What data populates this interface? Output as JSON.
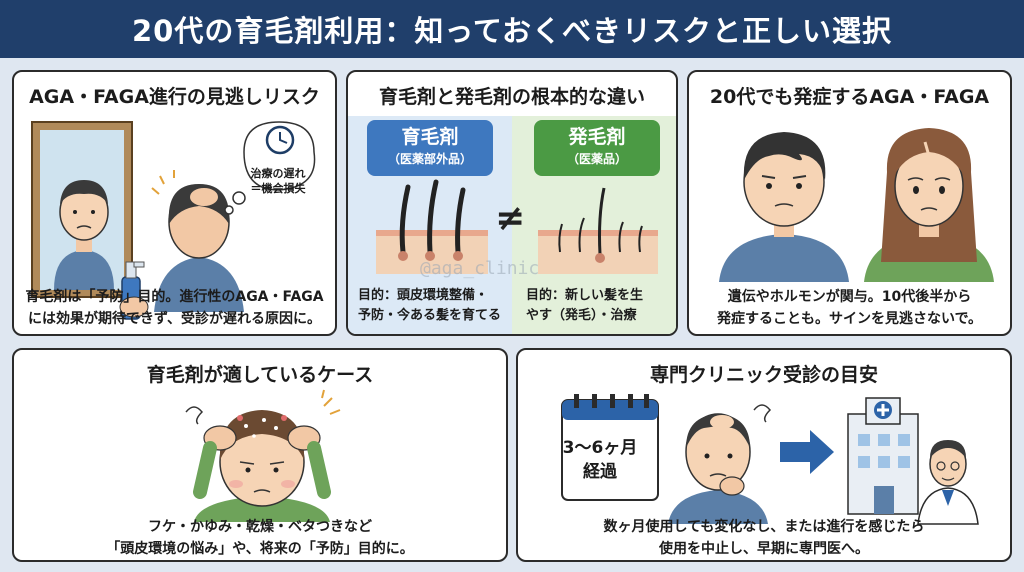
{
  "title": "20代の育毛剤利用：知っておくべきリスクと正しい選択",
  "card1": {
    "title": "AGA・FAGA進行の見逃しリスク",
    "bubble_line1": "治療の遅れ",
    "bubble_line2": "＝機会損失",
    "text_line1": "育毛剤は「予防」目的。進行性のAGA・FAGA",
    "text_line2": "には効果が期待できず、受診が遅れる原因に。"
  },
  "card2": {
    "title": "育毛剤と発毛剤の根本的な違い",
    "left_label": "育毛剤",
    "left_sub": "（医薬部外品）",
    "right_label": "発毛剤",
    "right_sub": "（医薬品）",
    "neq_symbol": "≠",
    "left_text_line1": "目的：頭皮環境整備・",
    "left_text_line2": "予防・今ある髪を育てる",
    "right_text_line1": "目的：新しい髪を生",
    "right_text_line2": "やす（発毛）・治療",
    "watermark": "@aga_clinic"
  },
  "card3": {
    "title": "20代でも発症するAGA・FAGA",
    "text_line1": "遺伝やホルモンが関与。10代後半から",
    "text_line2": "発症することも。サインを見逃さないで。"
  },
  "card4": {
    "title": "育毛剤が適しているケース",
    "text_line1": "フケ・かゆみ・乾燥・ベタつきなど",
    "text_line2": "「頭皮環境の悩み」や、将来の「予防」目的に。"
  },
  "card5": {
    "title": "専門クリニック受診の目安",
    "calendar_line1": "3〜6ヶ月",
    "calendar_line2": "経過",
    "text_line1": "数ヶ月使用しても変化なし、または進行を感じたら",
    "text_line2": "使用を中止し、早期に専門医へ。"
  },
  "colors": {
    "header_bg": "#203f6b",
    "ikumo_blue": "#3e78bf",
    "hatsumo_green": "#4b9a44",
    "arrow_blue": "#2c63a8"
  }
}
